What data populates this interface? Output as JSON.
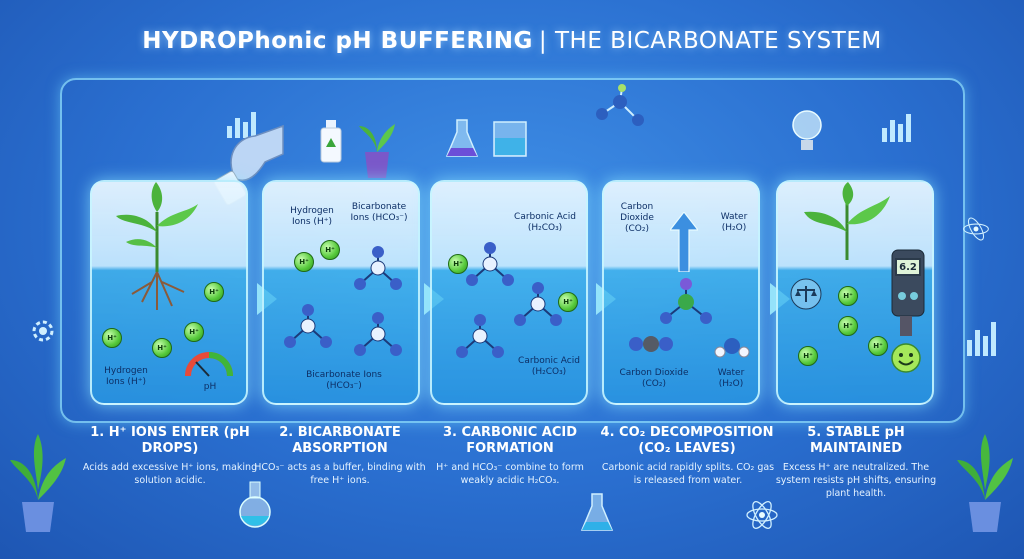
{
  "title": {
    "bold": "HYDROPhonic pH BUFFERING",
    "rest": "| THE BICARBONATE SYSTEM"
  },
  "colors": {
    "background": "#2a6fd0",
    "ion_green": "#55c93a",
    "glow": "#96e6ff"
  },
  "panels": {
    "p1": {
      "label_ions": "Hydrogen Ions (H⁺)",
      "ph_label": "pH",
      "ion": "H⁺"
    },
    "p2": {
      "label_h": "Hydrogen Ions (H⁺)",
      "label_bicarb": "Bicarbonate Ions (HCO₃⁻)",
      "label_bottom": "Bicarbonate Ions (HCO₃⁻)",
      "ion": "H⁺"
    },
    "p3": {
      "label_top": "Carbonic Acid (H₂CO₃)",
      "label_bottom": "Carbonic Acid (H₂CO₃)",
      "ion": "H⁺"
    },
    "p4": {
      "label_co2": "Carbon Dioxide (CO₂)",
      "label_water": "Water (H₂O)",
      "label_co2_bottom": "Carbon Dioxide (CO₂)",
      "label_water_bottom": "Water (H₂O)"
    },
    "p5": {
      "ph_value": "6.2",
      "ion": "H⁺"
    }
  },
  "steps": [
    {
      "title": "1. H⁺ IONS ENTER (pH DROPS)",
      "desc": "Acids add excessive H⁺ ions, making solution acidic."
    },
    {
      "title": "2. BICARBONATE ABSORPTION",
      "desc": "HCO₃⁻ acts as a buffer, binding with free H⁺ ions."
    },
    {
      "title": "3. CARBONIC ACID FORMATION",
      "desc": "H⁺ and HCO₃⁻ combine to form weakly acidic H₂CO₃."
    },
    {
      "title": "4. CO₂ DECOMPOSITION (CO₂ LEAVES)",
      "desc": "Carbonic acid rapidly splits. CO₂ gas is released from water."
    },
    {
      "title": "5. STABLE pH MAINTAINED",
      "desc": "Excess H⁺ are neutralized. The system resists pH shifts, ensuring plant health."
    }
  ]
}
